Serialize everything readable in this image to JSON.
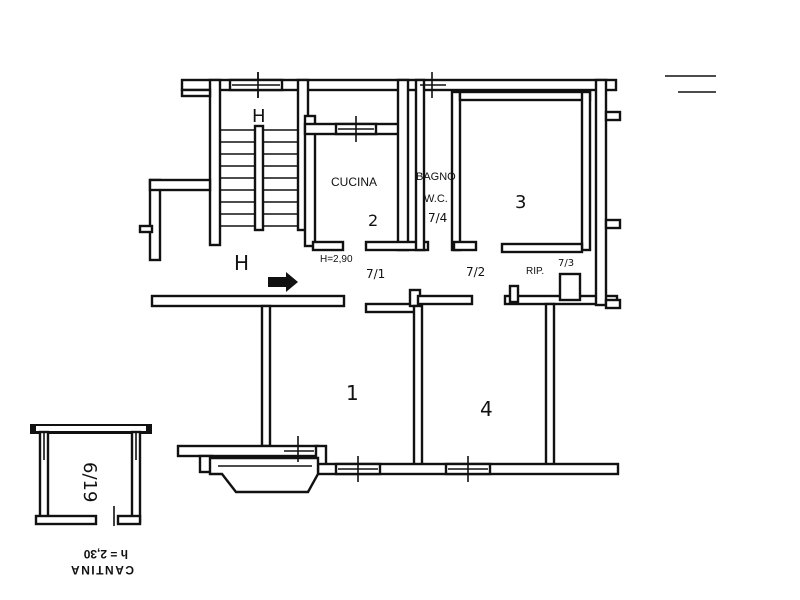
{
  "plan": {
    "stair_mark": "H",
    "landing_mark": "H",
    "kitchen": {
      "name": "CUCINA",
      "number": "2"
    },
    "bathroom": {
      "name": "BAGNO",
      "sub": "W.C.",
      "number": "7/4"
    },
    "room_3": {
      "number": "3"
    },
    "room_1": {
      "number": "1"
    },
    "room_4": {
      "number": "4"
    },
    "height_note": "H=2,90",
    "corridor_1": "7/1",
    "corridor_2": "7/2",
    "storage": {
      "name": "RIP.",
      "number": "7/3"
    }
  },
  "cellar": {
    "number": "6/19",
    "title": "CANTINA",
    "height": "h = 2,30"
  },
  "colors": {
    "ink": "#111111",
    "paper": "#ffffff"
  }
}
